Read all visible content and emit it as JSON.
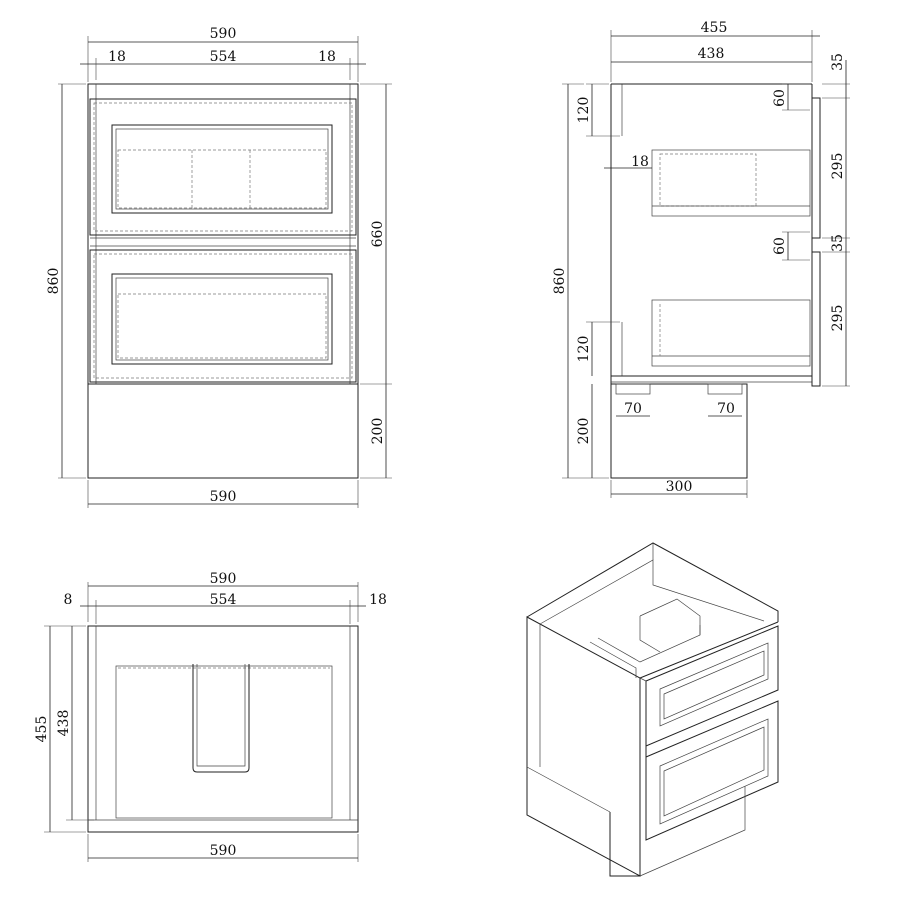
{
  "front": {
    "overall_width": "590",
    "side_left": "18",
    "inner_width": "554",
    "side_right": "18",
    "height": "860",
    "drawer_height": "660",
    "plinth": "200",
    "bottom_width": "590"
  },
  "side": {
    "depth": "455",
    "inner_depth": "438",
    "top_rail": "35",
    "top_gap": "120",
    "gap60_top": "60",
    "gap18": "18",
    "drawer1": "295",
    "gap60_mid": "60",
    "rail_mid": "35",
    "drawer2": "295",
    "height": "860",
    "bottom_gap": "120",
    "plinth": "200",
    "foot_left": "70",
    "foot_right": "70",
    "plinth_depth": "300"
  },
  "top": {
    "overall_width": "590",
    "left_thk": "8",
    "inner_width": "554",
    "right_thk": "18",
    "depth": "455",
    "inner_depth": "438",
    "bottom_width": "590"
  }
}
